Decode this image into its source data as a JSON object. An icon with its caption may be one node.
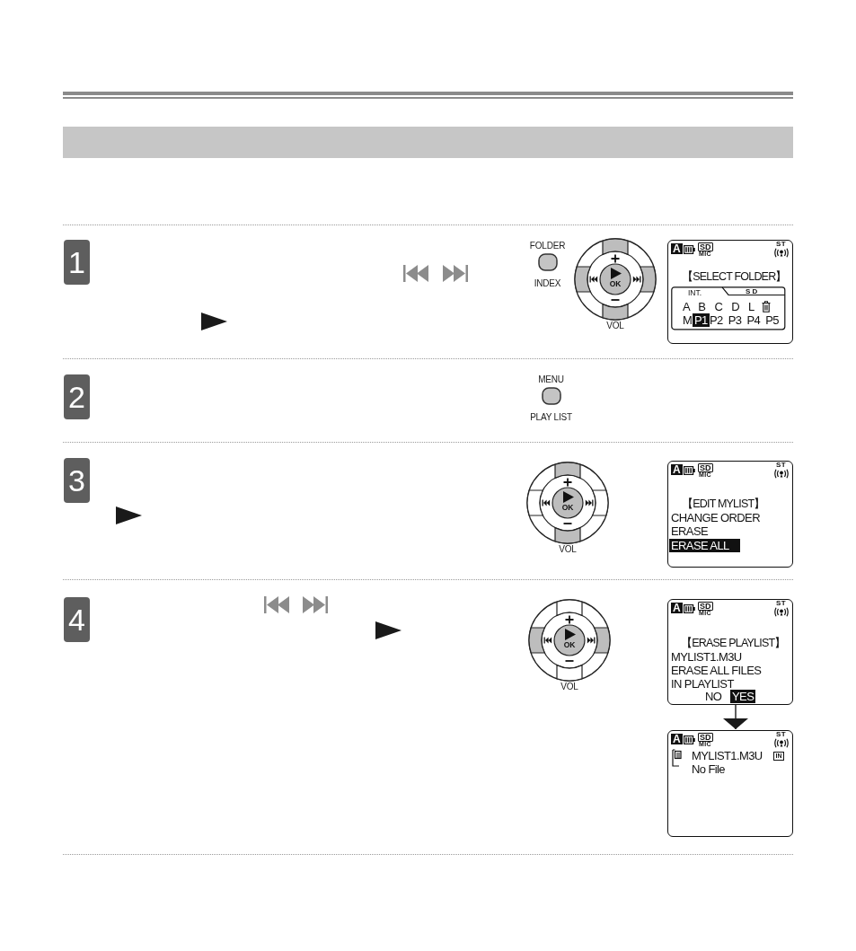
{
  "diagram": {
    "nodes": [
      {
        "text": [
          "1"
        ]
      },
      {
        "text": [
          "FOLDER",
          "INDEX"
        ]
      },
      {
        "text": [
          "OK",
          "VOL"
        ]
      },
      {
        "text": [
          "A",
          "SD",
          "MIC",
          "ST",
          "【SELECT FOLDER】",
          "INT.",
          "S D",
          "A B C D L",
          "M",
          "P1",
          "P2 P3 P4 P5"
        ]
      },
      {
        "text": [
          "2"
        ]
      },
      {
        "text": [
          "MENU",
          "PLAY LIST"
        ]
      },
      {
        "text": [
          "3"
        ]
      },
      {
        "text": [
          "OK",
          "VOL"
        ]
      },
      {
        "text": [
          "A",
          "SD",
          "MIC",
          "ST",
          "【EDIT MYLIST】",
          "CHANGE ORDER",
          "ERASE",
          "ERASE ALL"
        ]
      },
      {
        "text": [
          "4"
        ]
      },
      {
        "text": [
          "OK",
          "VOL"
        ]
      },
      {
        "text": [
          "A",
          "SD",
          "MIC",
          "ST",
          "【ERASE PLAYLIST】",
          "MYLIST1.M3U",
          "ERASE ALL FILES IN PLAYLIST",
          "NO",
          "YES"
        ]
      },
      {
        "text": [
          "A",
          "SD",
          "MIC",
          "ST",
          "MYLIST1.M3U",
          "IN",
          "No File"
        ]
      }
    ],
    "edges": [
      {
        "from": 11,
        "to": 12,
        "arrow": "to"
      }
    ]
  }
}
